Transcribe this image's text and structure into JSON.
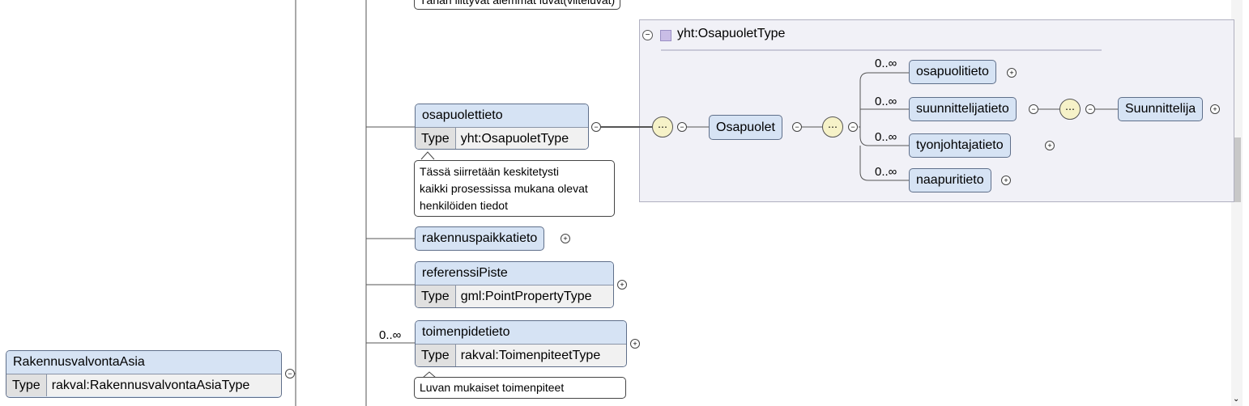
{
  "root": {
    "name": "RakennusvalvontaAsia",
    "type_label": "Type",
    "type": "rakval:RakennusvalvontaAsiaType"
  },
  "top_note": "Tähän liittyvät alemmat luvat(viiteluvat)",
  "elements": {
    "osapuolettieto": {
      "name": "osapuolettieto",
      "type_label": "Type",
      "type": "yht:OsapuoletType",
      "note": [
        "Tässä siirretään keskitetysti",
        "kaikki prosessissa mukana olevat",
        "henkilöiden tiedot"
      ]
    },
    "rakennuspaikkatieto": {
      "name": "rakennuspaikkatieto"
    },
    "referenssiPiste": {
      "name": "referenssiPiste",
      "type_label": "Type",
      "type": "gml:PointPropertyType"
    },
    "toimenpidetieto": {
      "name": "toimenpidetieto",
      "type_label": "Type",
      "type": "rakval:ToimenpiteetType",
      "cardinality": "0..∞",
      "note": "Luvan mukaiset toimenpiteet"
    }
  },
  "group": {
    "title": "yht:OsapuoletType",
    "osapuolet": "Osapuolet",
    "children": [
      {
        "name": "osapuolitieto",
        "cardinality": "0..∞"
      },
      {
        "name": "suunnittelijatieto",
        "cardinality": "0..∞"
      },
      {
        "name": "tyonjohtajatieto",
        "cardinality": "0..∞"
      },
      {
        "name": "naapuritieto",
        "cardinality": "0..∞"
      }
    ],
    "suunnittelija": "Suunnittelija"
  },
  "icons": {
    "sequence": "sequence-compositor-icon",
    "expand": "expand-icon",
    "collapse": "collapse-icon",
    "complex_type": "complex-type-icon"
  }
}
